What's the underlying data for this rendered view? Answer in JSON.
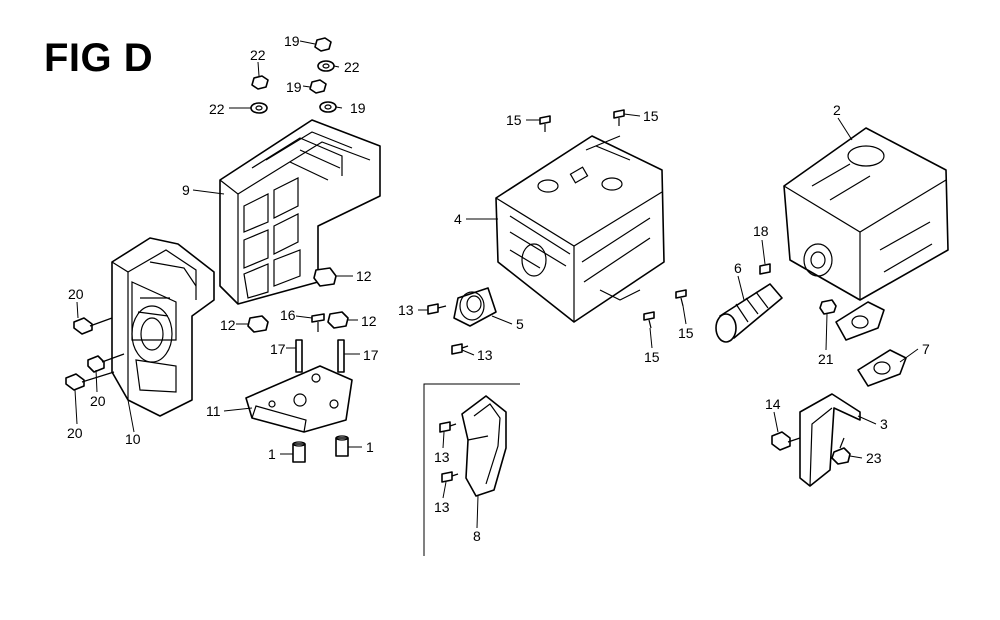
{
  "figure": {
    "title": "FIG D"
  },
  "callouts": [
    {
      "id": "c19a",
      "text": "19"
    },
    {
      "id": "c22a",
      "text": "22"
    },
    {
      "id": "c19b",
      "text": "19"
    },
    {
      "id": "c22b",
      "text": "22"
    },
    {
      "id": "c19c",
      "text": "19"
    },
    {
      "id": "c22c",
      "text": "22"
    },
    {
      "id": "c9",
      "text": "9"
    },
    {
      "id": "c12a",
      "text": "12"
    },
    {
      "id": "c20a",
      "text": "20"
    },
    {
      "id": "c16",
      "text": "16"
    },
    {
      "id": "c12b",
      "text": "12"
    },
    {
      "id": "c12c",
      "text": "12"
    },
    {
      "id": "c17a",
      "text": "17"
    },
    {
      "id": "c17b",
      "text": "17"
    },
    {
      "id": "c20b",
      "text": "20"
    },
    {
      "id": "c20c",
      "text": "20"
    },
    {
      "id": "c10",
      "text": "10"
    },
    {
      "id": "c11",
      "text": "11"
    },
    {
      "id": "c1a",
      "text": "1"
    },
    {
      "id": "c1b",
      "text": "1"
    },
    {
      "id": "c15a",
      "text": "15"
    },
    {
      "id": "c15b",
      "text": "15"
    },
    {
      "id": "c4",
      "text": "4"
    },
    {
      "id": "c13a",
      "text": "13"
    },
    {
      "id": "c5",
      "text": "5"
    },
    {
      "id": "c13b",
      "text": "13"
    },
    {
      "id": "c15c",
      "text": "15"
    },
    {
      "id": "c15d",
      "text": "15"
    },
    {
      "id": "c2",
      "text": "2"
    },
    {
      "id": "c18",
      "text": "18"
    },
    {
      "id": "c6",
      "text": "6"
    },
    {
      "id": "c21",
      "text": "21"
    },
    {
      "id": "c7",
      "text": "7"
    },
    {
      "id": "c14",
      "text": "14"
    },
    {
      "id": "c3",
      "text": "3"
    },
    {
      "id": "c23",
      "text": "23"
    },
    {
      "id": "c13c",
      "text": "13"
    },
    {
      "id": "c13d",
      "text": "13"
    },
    {
      "id": "c8",
      "text": "8"
    }
  ]
}
